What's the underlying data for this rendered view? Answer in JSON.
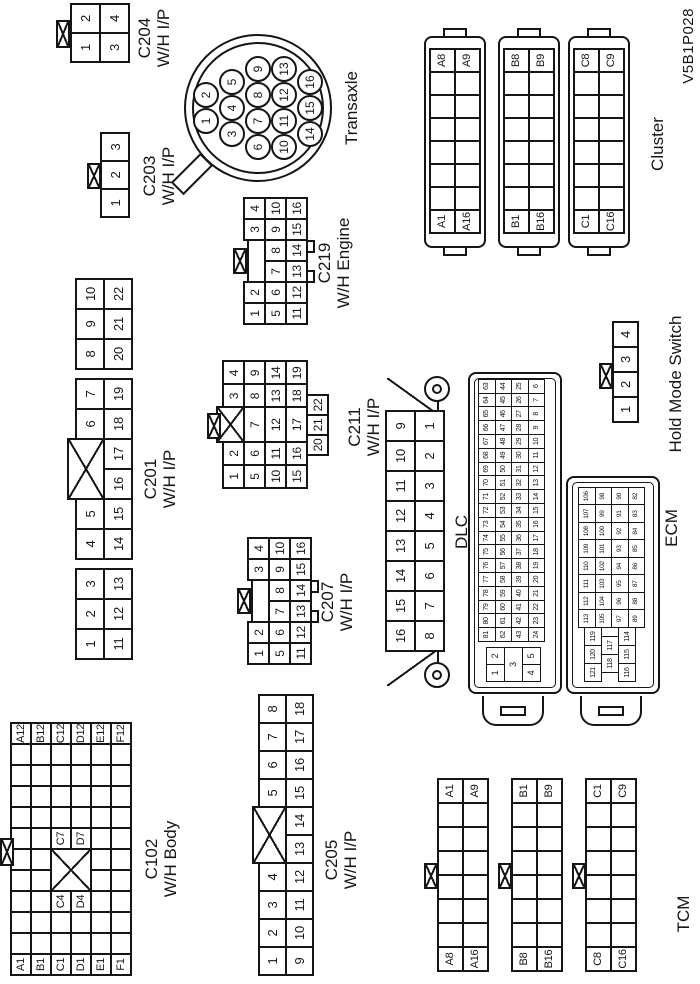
{
  "page": {
    "code": "V5B1P028"
  },
  "colors": {
    "line": "#151515",
    "background": "#ffffff"
  },
  "connectors": {
    "c102": {
      "title": "C102",
      "subtitle": "W/H Body",
      "rows": [
        [
          "A1",
          "",
          "",
          "",
          "",
          "",
          "",
          "",
          "",
          "",
          "",
          "A12"
        ],
        [
          "B1",
          "",
          "",
          "",
          "",
          "",
          "",
          "",
          "",
          "",
          "",
          "B12"
        ],
        [
          "C1",
          "",
          "",
          "C4",
          null,
          null,
          "C7",
          "",
          "",
          "",
          "",
          "C12"
        ],
        [
          "D1",
          "",
          "",
          "D4",
          null,
          null,
          "D7",
          "",
          "",
          "",
          "",
          "D12"
        ],
        [
          "E1",
          "",
          "",
          "",
          "",
          "",
          "",
          "",
          "",
          "",
          "",
          "E12"
        ],
        [
          "F1",
          "",
          "",
          "",
          "",
          "",
          "",
          "",
          "",
          "",
          "",
          "F12"
        ]
      ]
    },
    "c201": {
      "title": "C201",
      "subtitle": "W/H I/P",
      "blocks": [
        [
          [
            "1",
            "2",
            "3"
          ],
          [
            "11",
            "12",
            "13"
          ]
        ],
        [
          [
            "4",
            "5",
            "X:2",
            "6",
            "7"
          ],
          [
            "14",
            "15",
            "16",
            "17",
            "18",
            "19"
          ]
        ],
        [
          [
            "8",
            "9",
            "10"
          ],
          [
            "20",
            "21",
            "22"
          ]
        ]
      ]
    },
    "c203": {
      "title": "C203",
      "subtitle": "W/H I/P",
      "rows": [
        [
          "1",
          "2",
          "3"
        ]
      ]
    },
    "c204": {
      "title": "C204",
      "subtitle": "W/H I/P",
      "rows": [
        [
          "1",
          "2"
        ],
        [
          "3",
          "4"
        ]
      ]
    },
    "c205": {
      "title": "C205",
      "subtitle": "W/H I/P",
      "rows": [
        [
          "1",
          "2",
          "3",
          "4",
          "X:2",
          "5",
          "6",
          "7",
          "8"
        ],
        [
          "9",
          "10",
          "11",
          "12",
          "13",
          "14",
          "15",
          "16",
          "17",
          "18"
        ]
      ]
    },
    "c207": {
      "title": "C207",
      "subtitle": "W/H I/P",
      "rows": [
        [
          "1",
          "2",
          null,
          null,
          "3",
          "4"
        ],
        [
          "5",
          "6",
          "7",
          "8",
          "9",
          "10"
        ],
        [
          "11",
          "12",
          "13",
          "14",
          "15",
          "16"
        ]
      ]
    },
    "c211": {
      "title": "C211",
      "subtitle": "W/H I/P",
      "rows": [
        [
          "1",
          "2",
          "X:1",
          "3",
          "4"
        ],
        [
          "5",
          "6",
          "7",
          "8",
          "9"
        ],
        [
          "10",
          "11",
          "12",
          "13",
          "14"
        ],
        [
          "15",
          "16",
          "17",
          "18",
          "19"
        ]
      ],
      "extra": [
        [
          "20",
          "21",
          "22"
        ]
      ]
    },
    "c219": {
      "title": "C219",
      "subtitle": "W/H Engine",
      "rows": [
        [
          "1",
          "2",
          null,
          null,
          "3",
          "4"
        ],
        [
          "5",
          "6",
          "7",
          "8",
          "9",
          "10"
        ],
        [
          "11",
          "12",
          "13",
          "14",
          "15",
          "16"
        ]
      ]
    },
    "transaxle": {
      "title": "Transaxle",
      "pin_rows": [
        [
          1,
          2
        ],
        [
          3,
          4,
          5
        ],
        [
          6,
          7,
          8,
          9
        ],
        [
          10,
          11,
          12,
          13
        ],
        [
          14,
          15,
          16
        ]
      ]
    },
    "dlc": {
      "title": "DLC",
      "rows": [
        [
          "16",
          "15",
          "14",
          "13",
          "12",
          "11",
          "10",
          "9"
        ],
        [
          "8",
          "7",
          "6",
          "5",
          "4",
          "3",
          "2",
          "1"
        ]
      ]
    },
    "hold_mode_switch": {
      "title": "Hold Mode Switch",
      "rows": [
        [
          "1",
          "2",
          "3",
          "4"
        ]
      ]
    },
    "ecm": {
      "title": "ECM",
      "connector1": {
        "block": [
          [
            "1",
            "2"
          ],
          [
            "3"
          ],
          [
            "4",
            "5"
          ]
        ],
        "grid": [
          [
            "81",
            "80",
            "79",
            "78",
            "77",
            "76",
            "75",
            "74",
            "73",
            "72",
            "71",
            "70",
            "69",
            "68",
            "67",
            "66",
            "65",
            "64",
            "63"
          ],
          [
            "62",
            "61",
            "60",
            "59",
            "58",
            "57",
            "56",
            "55",
            "54",
            "53",
            "52",
            "51",
            "50",
            "49",
            "48",
            "47",
            "46",
            "45",
            "44"
          ],
          [
            "43",
            "42",
            "41",
            "40",
            "39",
            "38",
            "37",
            "36",
            "35",
            "34",
            "33",
            "32",
            "31",
            "30",
            "29",
            "28",
            "27",
            "26",
            "25"
          ],
          [
            "24",
            "23",
            "22",
            "21",
            "20",
            "19",
            "18",
            "17",
            "16",
            "15",
            "14",
            "13",
            "12",
            "11",
            "10",
            "9",
            "8",
            "7",
            "6"
          ]
        ]
      },
      "connector2": {
        "block": [
          [
            "121",
            "120",
            "119"
          ],
          [
            "118",
            "117"
          ],
          [
            "116",
            "115",
            "114"
          ]
        ],
        "grid": [
          [
            "113",
            "112",
            "111",
            "110",
            "109",
            "108",
            "107",
            "106"
          ],
          [
            "105",
            "104",
            "103",
            "102",
            "101",
            "100",
            "99",
            "98"
          ],
          [
            "97",
            "96",
            "95",
            "94",
            "93",
            "92",
            "91",
            "90"
          ],
          [
            "89",
            "88",
            "87",
            "86",
            "85",
            "84",
            "83",
            "82"
          ]
        ]
      }
    },
    "cluster": {
      "title": "Cluster",
      "a": {
        "rows": [
          [
            "A1",
            "",
            "",
            "",
            "",
            "",
            "",
            "A8"
          ],
          [
            "A16",
            "",
            "",
            "",
            "",
            "",
            "",
            "A9"
          ]
        ]
      },
      "b": {
        "rows": [
          [
            "B1",
            "",
            "",
            "",
            "",
            "",
            "",
            "B8"
          ],
          [
            "B16",
            "",
            "",
            "",
            "",
            "",
            "",
            "B9"
          ]
        ]
      },
      "c": {
        "rows": [
          [
            "C1",
            "",
            "",
            "",
            "",
            "",
            "",
            "C8"
          ],
          [
            "C16",
            "",
            "",
            "",
            "",
            "",
            "",
            "C9"
          ]
        ]
      }
    },
    "tcm": {
      "title": "TCM",
      "a": {
        "rows": [
          [
            "A8",
            "",
            "",
            "",
            "",
            "",
            "",
            "A1"
          ],
          [
            "A16",
            "",
            "",
            "",
            "",
            "",
            "",
            "A9"
          ]
        ]
      },
      "b": {
        "rows": [
          [
            "B8",
            "",
            "",
            "",
            "",
            "",
            "",
            "B1"
          ],
          [
            "B16",
            "",
            "",
            "",
            "",
            "",
            "",
            "B9"
          ]
        ]
      },
      "c": {
        "rows": [
          [
            "C8",
            "",
            "",
            "",
            "",
            "",
            "",
            "C1"
          ],
          [
            "C16",
            "",
            "",
            "",
            "",
            "",
            "",
            "C9"
          ]
        ]
      }
    }
  }
}
